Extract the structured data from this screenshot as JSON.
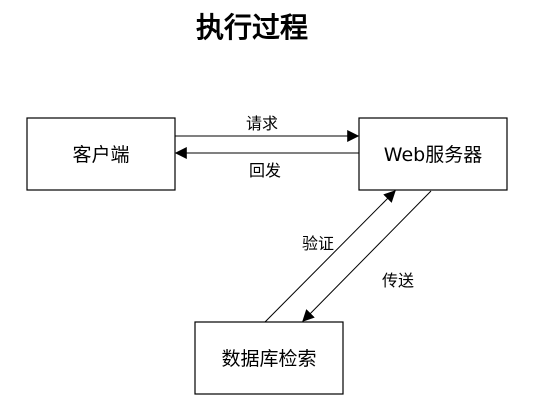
{
  "diagram": {
    "title": "执行过程",
    "nodes": {
      "client": {
        "label": "客户端"
      },
      "web_server": {
        "label": "Web服务器"
      },
      "db_search": {
        "label": "数据库检索"
      }
    },
    "edges": {
      "request": {
        "label": "请求",
        "from": "客户端",
        "to": "Web服务器"
      },
      "reply": {
        "label": "回发",
        "from": "Web服务器",
        "to": "客户端"
      },
      "verify": {
        "label": "验证",
        "from": "数据库检索",
        "to": "Web服务器"
      },
      "transmit": {
        "label": "传送",
        "from": "Web服务器",
        "to": "数据库检索"
      }
    },
    "colors": {
      "stroke": "#000000",
      "background": "#ffffff"
    }
  }
}
